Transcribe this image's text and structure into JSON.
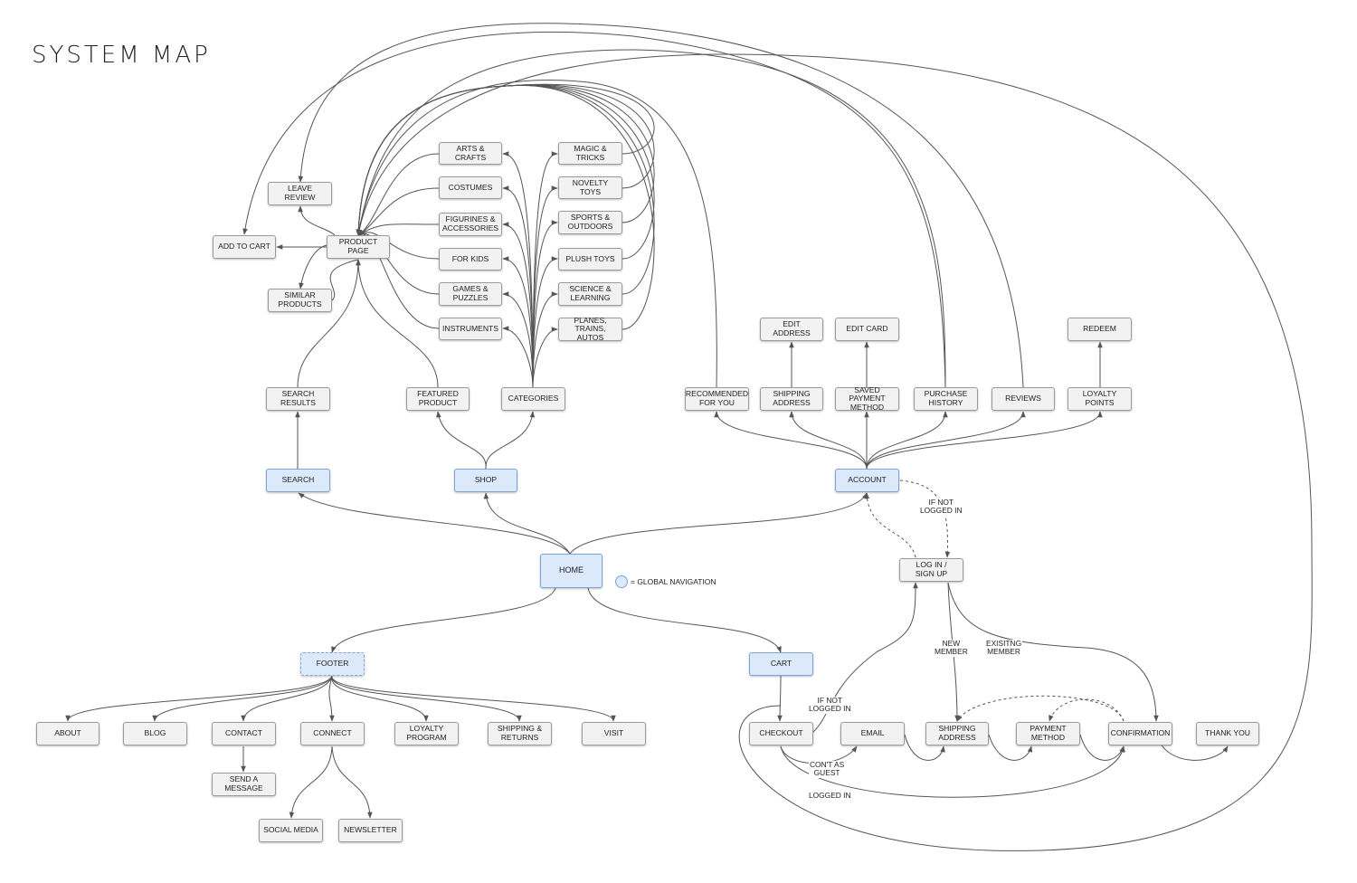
{
  "title": "SYSTEM MAP",
  "legend": {
    "text": "= GLOBAL NAVIGATION"
  },
  "nodes": {
    "home": "HOME",
    "search": "SEARCH",
    "shop": "SHOP",
    "account": "ACCOUNT",
    "footer": "FOOTER",
    "cart": "CART",
    "search_results": "SEARCH\nRESULTS",
    "featured_product": "FEATURED\nPRODUCT",
    "categories": "CATEGORIES",
    "product_page": "PRODUCT PAGE",
    "leave_review": "LEAVE REVIEW",
    "add_to_cart": "ADD TO CART",
    "similar_products": "SIMILAR\nPRODUCTS",
    "arts_crafts": "ARTS & CRAFTS",
    "costumes": "COSTUMES",
    "figurines": "FIGURINES &\nACCESSORIES",
    "for_kids": "FOR KIDS",
    "games_puzzles": "GAMES &\nPUZZLES",
    "instruments": "INSTRUMENTS",
    "magic_tricks": "MAGIC & TRICKS",
    "novelty_toys": "NOVELTY TOYS",
    "sports_outdoors": "SPORTS &\nOUTDOORS",
    "plush_toys": "PLUSH TOYS",
    "science_learning": "SCIENCE &\nLEARNING",
    "planes_trains": "PLANES, TRAINS,\nAUTOS",
    "recommended": "RECOMMENDED\nFOR YOU",
    "shipping_address_acct": "SHIPPING\nADDRESS",
    "saved_payment": "SAVED PAYMENT\nMETHOD",
    "purchase_history": "PURCHASE\nHISTORY",
    "reviews": "REVIEWS",
    "loyalty_points": "LOYALTY POINTS",
    "edit_address": "EDIT ADDRESS",
    "edit_card": "EDIT CARD",
    "redeem": "REDEEM",
    "login_signup": "LOG IN /\nSIGN UP",
    "about": "ABOUT",
    "blog": "BLOG",
    "contact": "CONTACT",
    "connect": "CONNECT",
    "loyalty_program": "LOYALTY\nPROGRAM",
    "shipping_returns": "SHIPPING &\nRETURNS",
    "visit": "VISIT",
    "send_message": "SEND A\nMESSAGE",
    "social_media": "SOCIAL MEDIA",
    "newsletter": "NEWSLETTER",
    "checkout": "CHECKOUT",
    "email": "EMAIL",
    "shipping_address_co": "SHIPPING\nADDRESS",
    "payment_method": "PAYMENT\nMETHOD",
    "confirmation": "CONFIRMATION",
    "thank_you": "THANK YOU"
  },
  "edge_labels": {
    "if_not_logged_in_account": "IF NOT\nLOGGED IN",
    "new_member": "NEW\nMEMBER",
    "existing_member": "EXISITNG\nMEMBER",
    "if_not_logged_in_checkout": "IF NOT\nLOGGED IN",
    "cont_as_guest": "CON'T AS\nGUEST",
    "logged_in": "LOGGED IN"
  },
  "colors": {
    "node_fill": "#f2f2f2",
    "nav_fill": "#dce9fb",
    "nav_border": "#7fa3d4",
    "edge": "#555555"
  }
}
